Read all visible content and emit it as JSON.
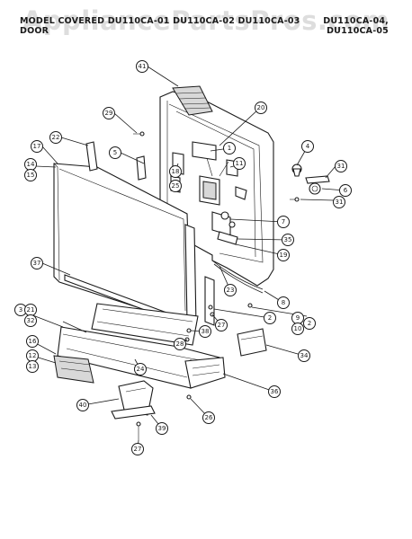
{
  "header": {
    "left_line1": "MODEL COVERED DU110CA-01 DU110CA-02 DU110CA-03",
    "left_line2": "DOOR",
    "right_line1": "DU110CA-04,",
    "right_line2": "DU110CA-05"
  },
  "watermark": "AppliancePartsPros.com",
  "callouts": [
    {
      "id": "c41",
      "label": "41"
    },
    {
      "id": "c29",
      "label": "29"
    },
    {
      "id": "c20",
      "label": "20"
    },
    {
      "id": "c22",
      "label": "22"
    },
    {
      "id": "c5",
      "label": "5"
    },
    {
      "id": "c1",
      "label": "1"
    },
    {
      "id": "c4",
      "label": "4"
    },
    {
      "id": "c17",
      "label": "17"
    },
    {
      "id": "c11",
      "label": "11"
    },
    {
      "id": "c14",
      "label": "14"
    },
    {
      "id": "c15",
      "label": "15"
    },
    {
      "id": "c18",
      "label": "18"
    },
    {
      "id": "c25",
      "label": "25"
    },
    {
      "id": "c31a",
      "label": "31"
    },
    {
      "id": "c6",
      "label": "6"
    },
    {
      "id": "c31b",
      "label": "31"
    },
    {
      "id": "c7",
      "label": "7"
    },
    {
      "id": "c35",
      "label": "35"
    },
    {
      "id": "c19",
      "label": "19"
    },
    {
      "id": "c37",
      "label": "37"
    },
    {
      "id": "c23",
      "label": "23"
    },
    {
      "id": "c8",
      "label": "8"
    },
    {
      "id": "c3",
      "label": "3"
    },
    {
      "id": "c21",
      "label": "21"
    },
    {
      "id": "c32",
      "label": "32"
    },
    {
      "id": "c9",
      "label": "9"
    },
    {
      "id": "c10",
      "label": "10"
    },
    {
      "id": "c2a",
      "label": "2"
    },
    {
      "id": "c2b",
      "label": "2"
    },
    {
      "id": "c27a",
      "label": "27"
    },
    {
      "id": "c16",
      "label": "16"
    },
    {
      "id": "c38",
      "label": "38"
    },
    {
      "id": "c28",
      "label": "28"
    },
    {
      "id": "c34",
      "label": "34"
    },
    {
      "id": "c12",
      "label": "12"
    },
    {
      "id": "c13",
      "label": "13"
    },
    {
      "id": "c24",
      "label": "24"
    },
    {
      "id": "c36",
      "label": "36"
    },
    {
      "id": "c40",
      "label": "40"
    },
    {
      "id": "c26",
      "label": "26"
    },
    {
      "id": "c39",
      "label": "39"
    },
    {
      "id": "c27b",
      "label": "27"
    }
  ]
}
